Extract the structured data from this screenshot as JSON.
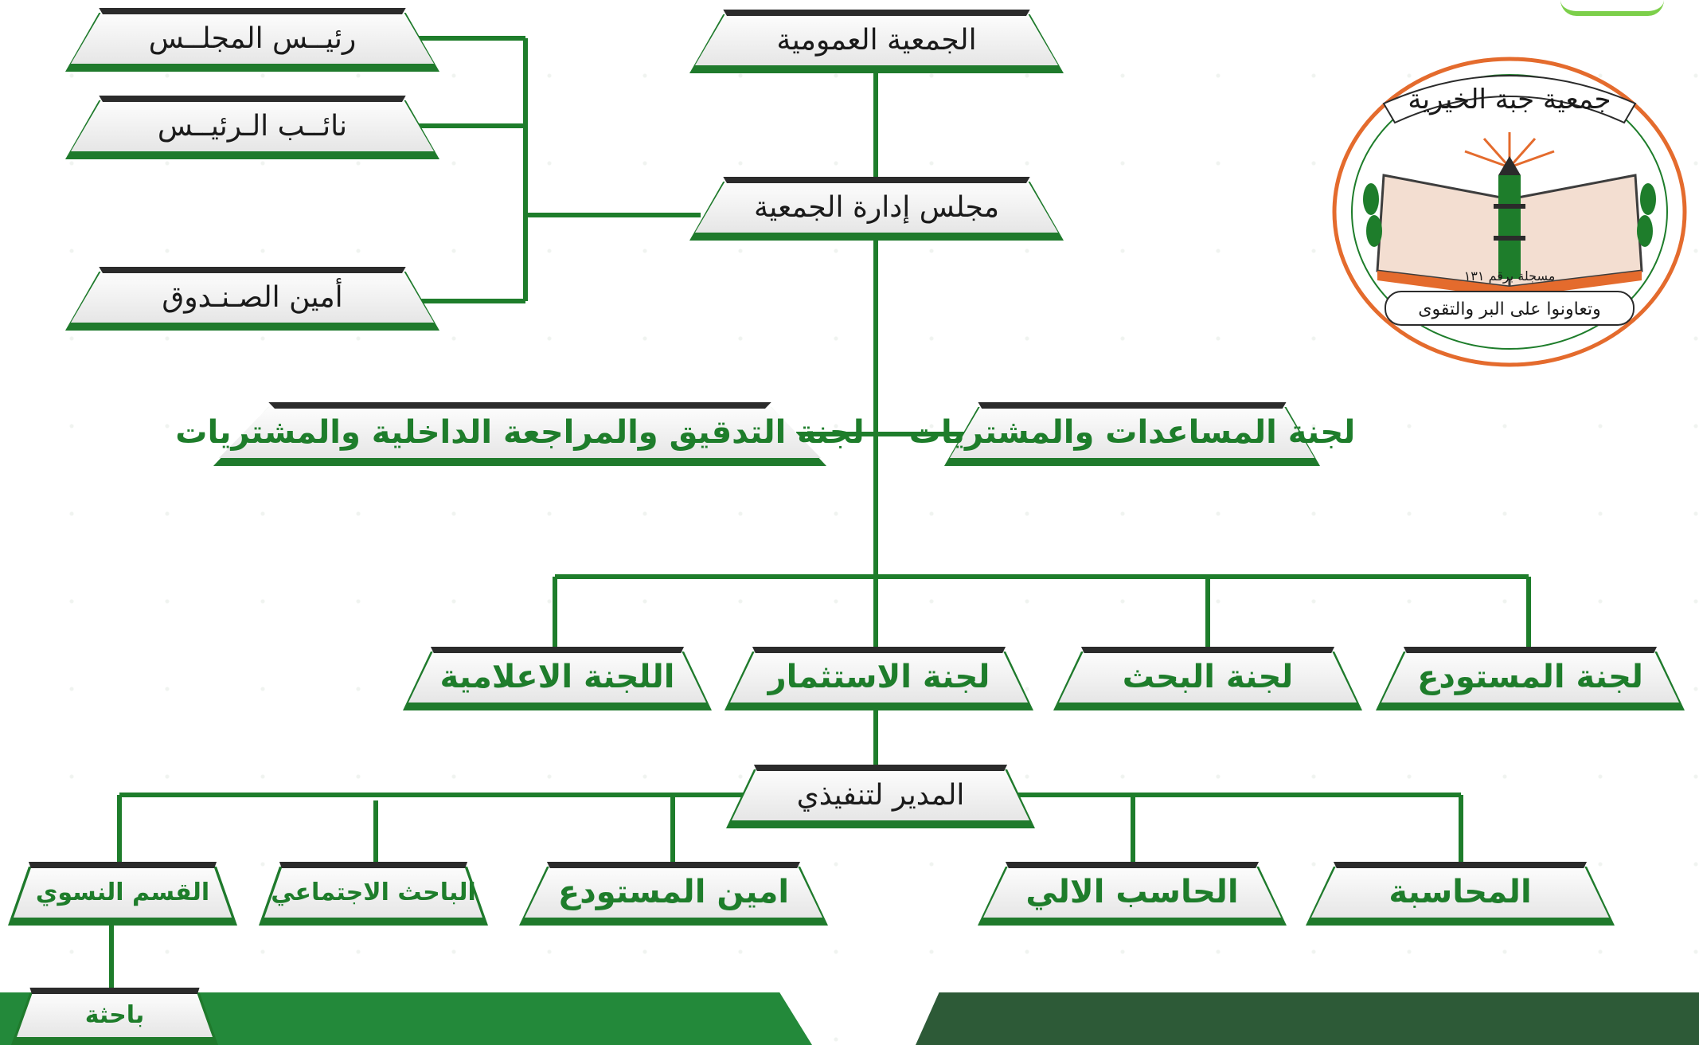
{
  "colors": {
    "green": "#1e7d2b",
    "dark": "#2b2b2b",
    "logo_orange": "#e46b2d"
  },
  "nodes": {
    "general_assembly": "الجمعية العمومية",
    "board": "مجلس إدارة الجمعية",
    "chairman": "رئيــس المجلــس",
    "vice_chairman": "نائــب الـرئيــس",
    "treasurer": "أمين الصـنـدوق",
    "audit_committee": "لجنة التدقيق والمراجعة الداخلية والمشتريات",
    "aid_committee": "لجنة المساعدات والمشتريات",
    "media_committee": "اللجنة الاعلامية",
    "investment_committee": "لجنة الاستثمار",
    "research_committee": "لجنة البحث",
    "warehouse_committee": "لجنة المستودع",
    "executive_director": "المدير لتنفيذي",
    "women_section": "القسم النسوي",
    "social_researcher": "الباحث الاجتماعي",
    "warehouse_keeper": "امين المستودع",
    "computer": "الحاسب الالي",
    "accounting": "المحاسبة",
    "female_researcher": "باحثة"
  },
  "logo": {
    "name": "جمعية جبة الخيرية",
    "registration": "مسجلة برقم ١٣١",
    "verse": "وتعاونوا على البر والتقوى"
  }
}
